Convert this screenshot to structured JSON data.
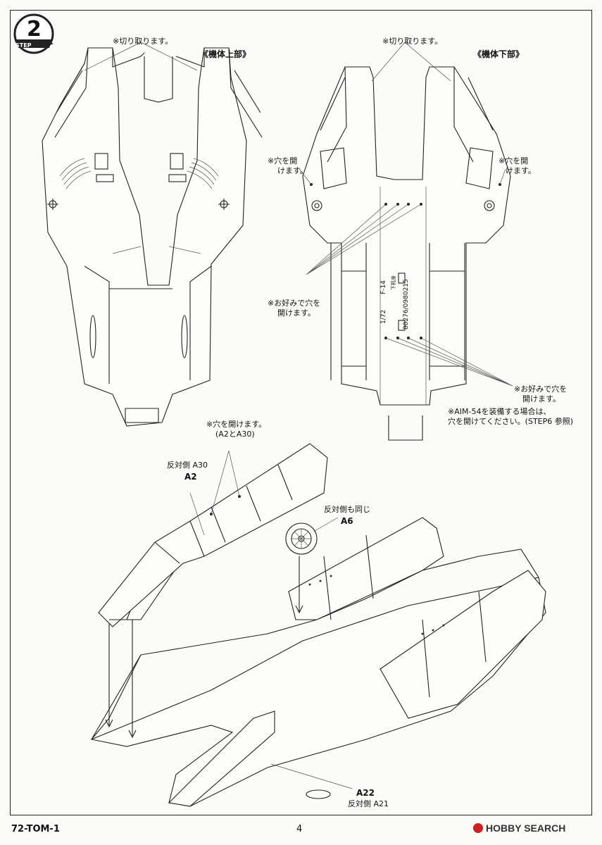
{
  "step": {
    "label": "STEP",
    "number": "2"
  },
  "upper": {
    "title": "《機体上部》",
    "cut_note": "※切り取ります。"
  },
  "lower": {
    "title": "《機体下部》",
    "cut_note": "※切り取ります。",
    "hole_left_1": "※穴を開",
    "hole_left_2": "けます。",
    "hole_right_1": "※穴を開",
    "hole_right_2": "けます。",
    "opt_left_1": "※お好みで穴を",
    "opt_left_2": "開けます。",
    "opt_right_1": "※お好みで穴を",
    "opt_right_2": "開けます。",
    "aim_1": "※AIM-54を装備する場合は、",
    "aim_2": "穴を開けてください。(STEP6 参照)",
    "stamp_1": "1/72",
    "stamp_2": "F-14",
    "stamp_3": "下机身",
    "stamp_4": "80276/0980215"
  },
  "assembly": {
    "hole_note_1": "※穴を開けます。",
    "hole_note_2": "(A2とA30)",
    "a30_note": "反対側 A30",
    "a2": "A2",
    "same_note": "反対側も同じ",
    "a6": "A6",
    "a22": "A22",
    "a21_note": "反対側 A21"
  },
  "footer": {
    "code": "72-TOM-1",
    "page": "4",
    "brand": "HOBBY SEARCH"
  }
}
